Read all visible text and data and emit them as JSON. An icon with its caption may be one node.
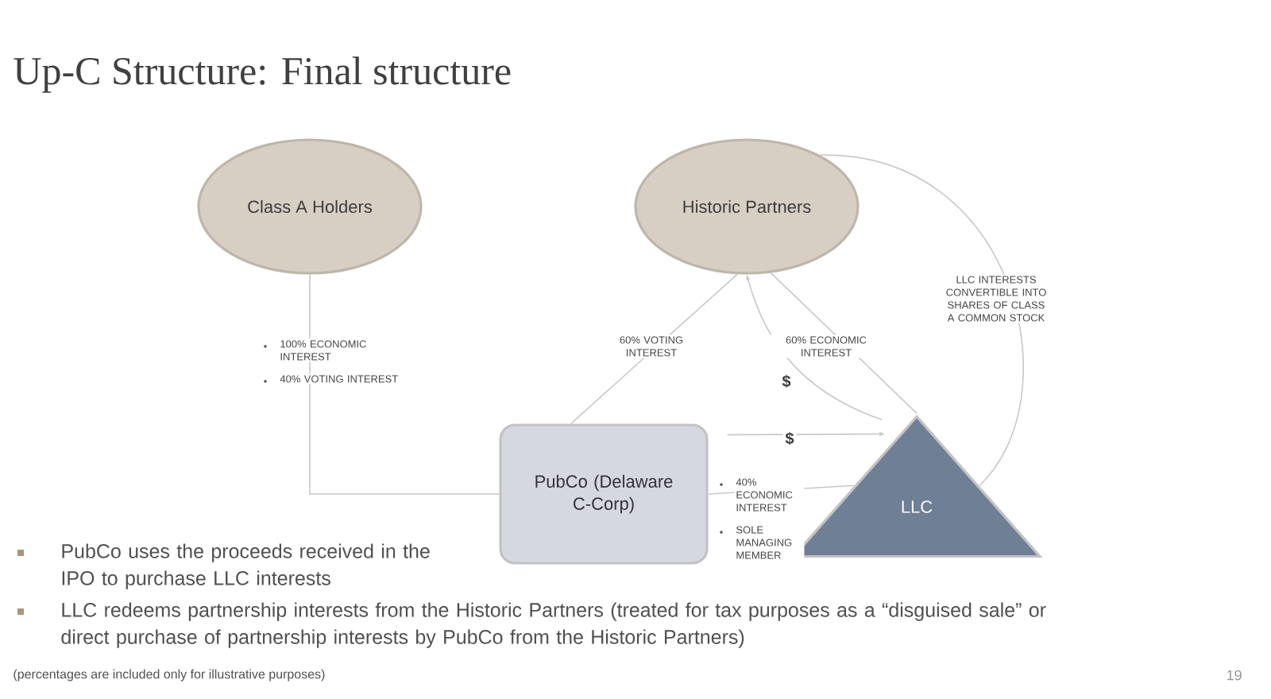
{
  "diagram": {
    "title": "Up-C Structure: Final structure",
    "nodes": [
      {
        "text": [
          "Class A Holders"
        ]
      },
      {
        "text": [
          "Historic Partners"
        ]
      },
      {
        "text": [
          "PubCo (Delaware C-Corp)"
        ]
      },
      {
        "text": [
          "LLC"
        ]
      }
    ],
    "edges": [
      {
        "from": 0,
        "to": 2,
        "arrow": "none",
        "label": "100% ECONOMIC INTEREST"
      },
      {
        "from": 2,
        "to": 1,
        "arrow": "none",
        "label": "60% VOTING INTEREST"
      },
      {
        "from": 3,
        "to": 1,
        "arrow": "none",
        "label": "60% ECONOMIC INTEREST"
      },
      {
        "from": 3,
        "to": 1,
        "arrow": "to",
        "label": "$"
      },
      {
        "from": 2,
        "to": 3,
        "arrow": "to",
        "label": "$"
      },
      {
        "from": 2,
        "to": 3,
        "arrow": "none",
        "label": "40% ECONOMIC INTEREST"
      },
      {
        "from": 3,
        "to": 1,
        "arrow": "none",
        "label": "LLC INTERESTS CONVERTIBLE INTO SHARES OF CLASS A COMMON STOCK"
      }
    ],
    "labels": [
      "40% VOTING INTEREST",
      "SOLE MANAGING MEMBER",
      "PubCo uses the proceeds received in the IPO to purchase LLC interests",
      "LLC redeems partnership interests from the Historic Partners (treated for tax purposes as a “disguised sale” or direct purchase of partnership interests by PubCo from the Historic Partners)",
      "(percentages are included only for illustrative purposes)",
      "19"
    ]
  }
}
